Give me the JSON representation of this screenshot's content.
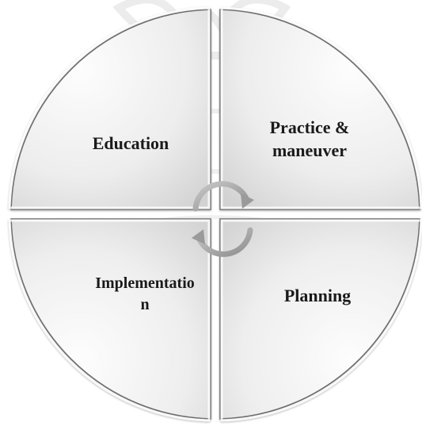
{
  "quadrants": {
    "top_left": {
      "label": "Education"
    },
    "top_right": {
      "line1": "Practice &",
      "line2": "maneuver"
    },
    "bottom_left": {
      "line1": "Implementatio",
      "line2": "n"
    },
    "bottom_right": {
      "label": "Planning"
    }
  },
  "colors": {
    "segment_light": "#fbfbfb",
    "segment_mid": "#ececec",
    "segment_dark": "#cfcfcf",
    "outline": "#6e6e6e",
    "arrow": "#a6a6a6",
    "text": "#1a1a1a"
  },
  "icons": {
    "center": "circular-refresh-arrows-icon"
  }
}
